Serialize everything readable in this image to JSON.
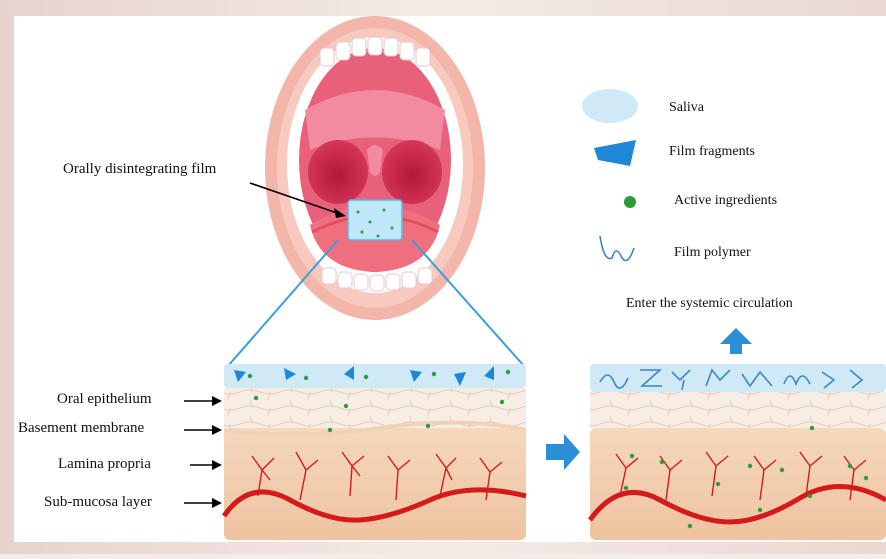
{
  "callout_label": "Orally disintegrating film",
  "legend": {
    "saliva": "Saliva",
    "film_fragments": "Film fragments",
    "active_ingredients": "Active ingredients",
    "film_polymer": "Film polymer"
  },
  "layers": {
    "oral_epithelium": "Oral epithelium",
    "basement_membrane": "Basement membrane",
    "lamina_propria": "Lamina propria",
    "sub_mucosa": "Sub-mucosa layer"
  },
  "circulation_label": "Enter the systemic circulation",
  "colors": {
    "saliva": "#cfe9f6",
    "fragment": "#1e88d6",
    "active": "#2e9b3a",
    "vessel": "#d61a1a",
    "arrow": "#2a8fd6",
    "epithelium": "#f7eadf",
    "lamina": "#efc6a4"
  }
}
